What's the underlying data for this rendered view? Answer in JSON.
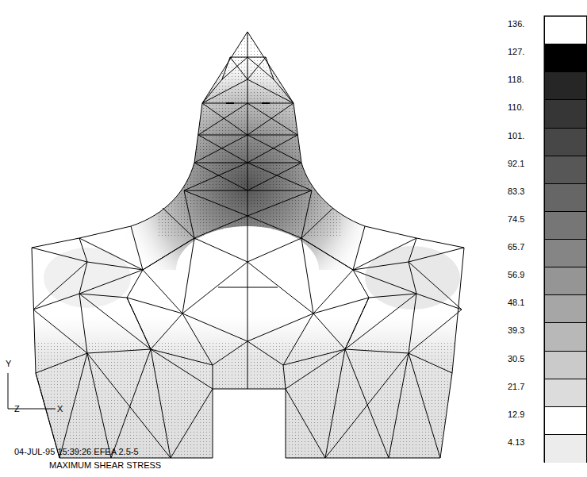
{
  "diagram": {
    "labels": [
      "04-JUL-95 15:39:26 EFEA 2.5-5",
      "MAXIMUM SHEAR STRESS",
      "Y",
      "Z",
      "X"
    ],
    "legend": [
      {
        "text": "136.",
        "color": "#ffffff"
      },
      {
        "text": "127.",
        "color": "#000000"
      },
      {
        "text": "118.",
        "color": "#262626"
      },
      {
        "text": "110.",
        "color": "#363636"
      },
      {
        "text": "101.",
        "color": "#474747"
      },
      {
        "text": "92.1",
        "color": "#575757"
      },
      {
        "text": "83.3",
        "color": "#666666"
      },
      {
        "text": "74.5",
        "color": "#767676"
      },
      {
        "text": "65.7",
        "color": "#858585"
      },
      {
        "text": "56.9",
        "color": "#959595"
      },
      {
        "text": "48.1",
        "color": "#a6a6a6"
      },
      {
        "text": "39.3",
        "color": "#b8b8b8"
      },
      {
        "text": "30.5",
        "color": "#cacaca"
      },
      {
        "text": "21.7",
        "color": "#dcdcdc"
      },
      {
        "text": "12.9",
        "color": "#ffffff"
      },
      {
        "text": "4.13",
        "color": "#ececec"
      }
    ]
  }
}
